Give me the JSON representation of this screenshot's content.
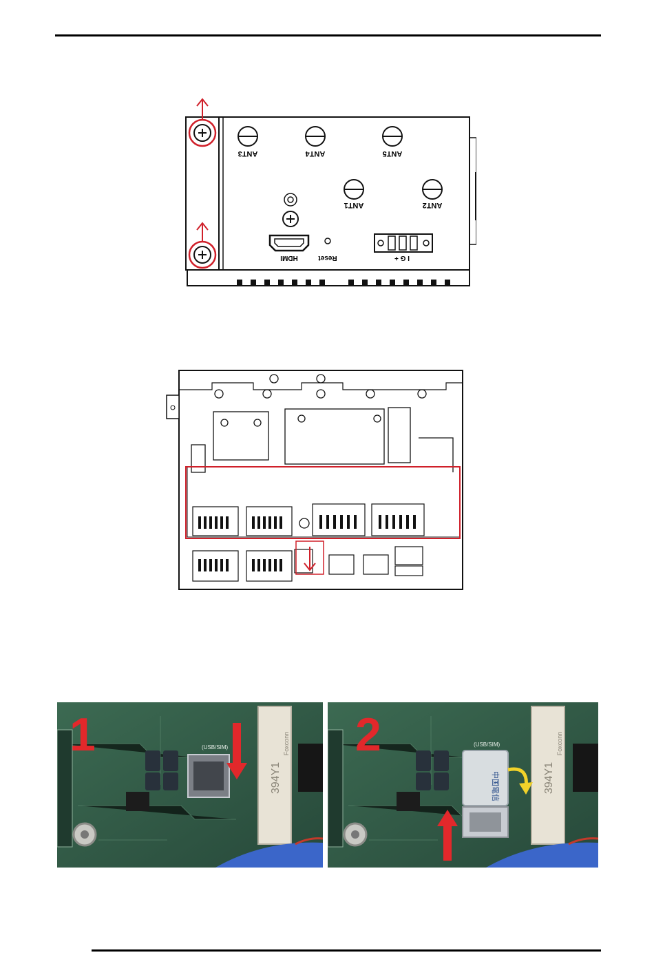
{
  "figure1": {
    "antennas": [
      "ANT3",
      "ANT4",
      "ANT5",
      "ANT1",
      "ANT2"
    ],
    "hdmi_label": "HDMI",
    "reset_label": "Reset",
    "power_label": "I G +"
  },
  "figure3": {
    "photo1": {
      "step": "1",
      "slot_label": "(USB/SIM)",
      "connector_label": "394Y1",
      "brand": "Foxconn"
    },
    "photo2": {
      "step": "2",
      "slot_label": "(USB/SIM)",
      "connector_label": "394Y1",
      "brand": "Foxconn",
      "sim_text": "中国電信"
    }
  },
  "colors": {
    "highlight_red": "#d0202a",
    "arrow_yellow": "#f2d22a",
    "pcb_green": "#2f5a46"
  }
}
